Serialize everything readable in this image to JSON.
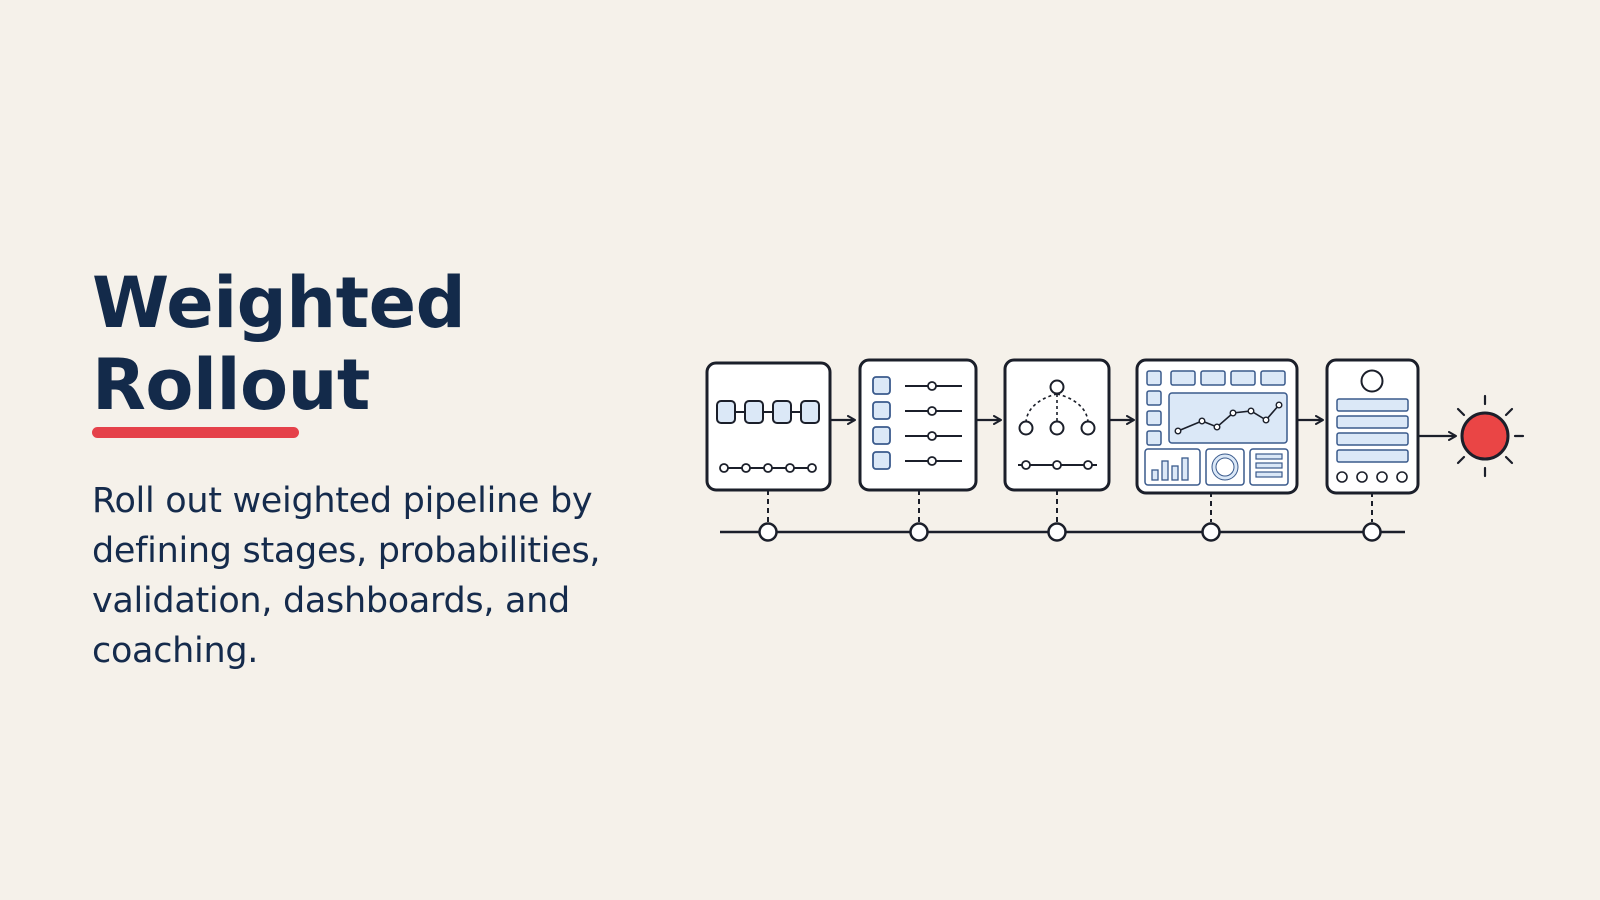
{
  "slide": {
    "title_lines": [
      "Weighted",
      "Rollout"
    ],
    "description": "Roll out weighted pipeline by defining stages, probabilities, validation, dashboards, and coaching."
  },
  "colors": {
    "background": "#f5f1ea",
    "title": "#132a4a",
    "accent": "#e5414a",
    "outline": "#1b1f2a",
    "panel_fill": "#ffffff",
    "element_fill": "#dbe8f7",
    "element_stroke": "#3a5a8c"
  },
  "diagram": {
    "stages": [
      {
        "icon": "stage-pipeline-icon"
      },
      {
        "icon": "probability-sliders-icon"
      },
      {
        "icon": "validation-tree-icon"
      },
      {
        "icon": "dashboard-icon"
      },
      {
        "icon": "coaching-profile-icon"
      }
    ],
    "goal_icon": "sun-goal-icon"
  }
}
